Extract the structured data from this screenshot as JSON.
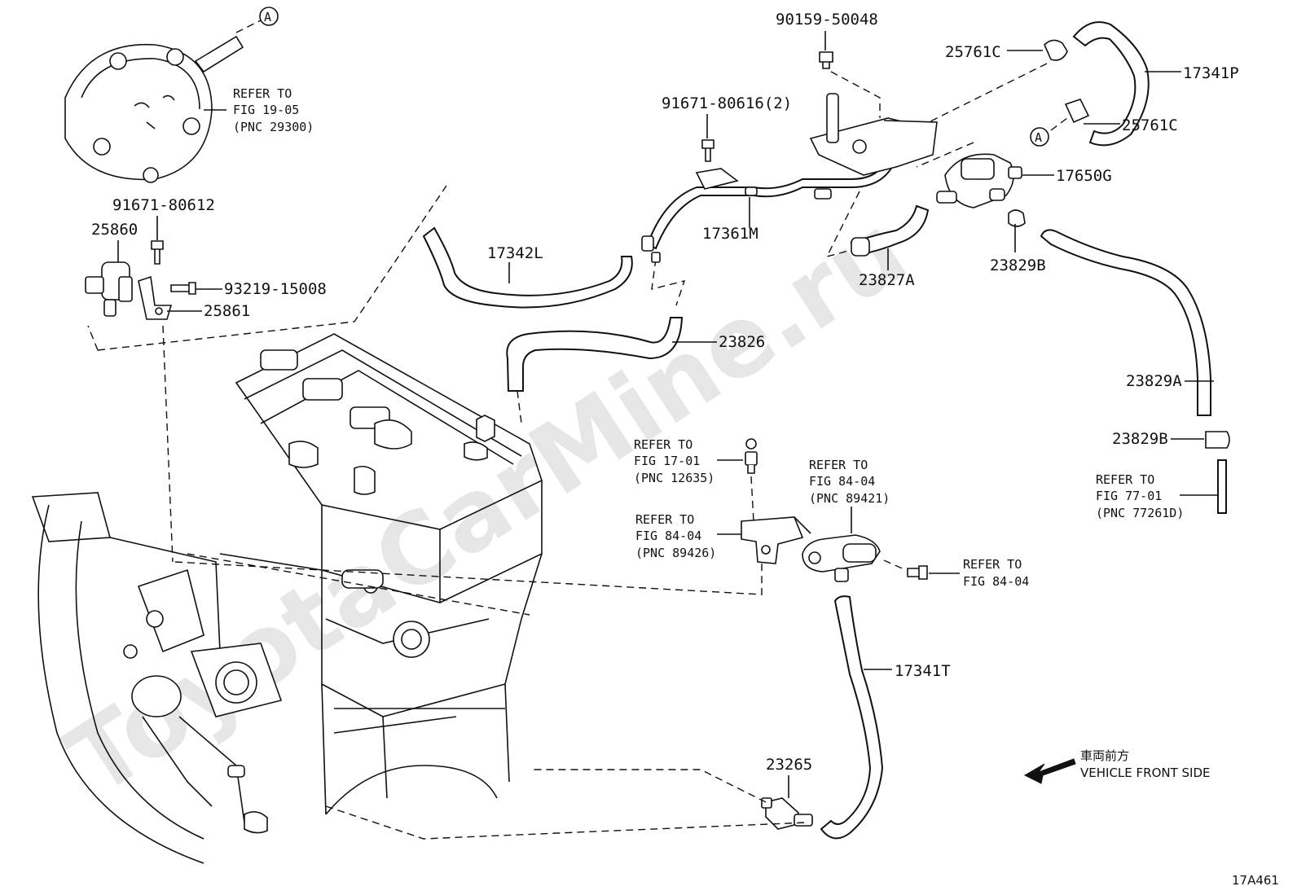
{
  "diagram": {
    "watermark": "ToyotaCarMine.ru",
    "figure_id": "17A461",
    "direction_label_jp": "車両前方",
    "direction_label_en": "VEHICLE FRONT SIDE",
    "reference_marker": "A",
    "parts": {
      "p90159": "90159-50048",
      "p25761c_top": "25761C",
      "p17341p": "17341P",
      "p25761c_bottom": "25761C",
      "p17650g": "17650G",
      "p91671_80616": "91671-80616(2)",
      "p17361m": "17361M",
      "p23827a": "23827A",
      "p23829b_top": "23829B",
      "p17342l": "17342L",
      "p23826": "23826",
      "p23829a": "23829A",
      "p23829b_bottom": "23829B",
      "p91671_80612": "91671-80612",
      "p25860": "25860",
      "p93219": "93219-15008",
      "p25861": "25861",
      "p17341t": "17341T",
      "p23265": "23265"
    },
    "refs": {
      "r19_05": {
        "l1": "REFER TO",
        "l2": "FIG 19-05",
        "l3": "(PNC 29300)"
      },
      "r17_01": {
        "l1": "REFER TO",
        "l2": "FIG 17-01",
        "l3": "(PNC 12635)"
      },
      "r84_04a": {
        "l1": "REFER TO",
        "l2": "FIG 84-04",
        "l3": "(PNC 89421)"
      },
      "r84_04b": {
        "l1": "REFER TO",
        "l2": "FIG 84-04",
        "l3": "(PNC 89426)"
      },
      "r84_04c": {
        "l1": "REFER TO",
        "l2": "FIG 84-04"
      },
      "r77_01": {
        "l1": "REFER TO",
        "l2": "FIG 77-01",
        "l3": "(PNC 77261D)"
      }
    }
  }
}
